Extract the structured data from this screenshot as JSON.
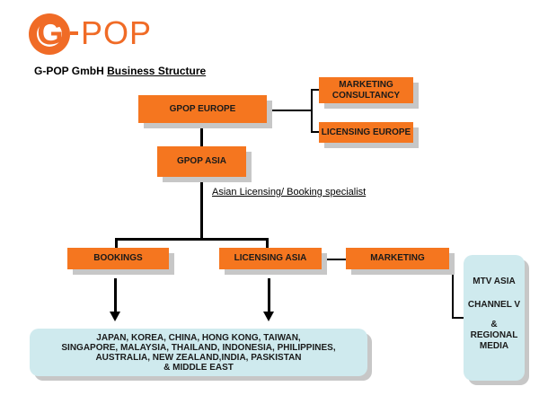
{
  "logo": {
    "letter": "G",
    "word": "POP"
  },
  "title": {
    "prefix": "G-POP GmbH ",
    "underlined": "Business Structure"
  },
  "nodes": {
    "gpop_europe": "GPOP EUROPE",
    "marketing_consultancy_line1": "MARKETING",
    "marketing_consultancy_line2": "CONSULTANCY",
    "licensing_europe": "LICENSING EUROPE",
    "gpop_asia": "GPOP ASIA",
    "bookings": "BOOKINGS",
    "licensing_asia": "LICENSING ASIA",
    "marketing": "MARKETING"
  },
  "annotation": "Asian Licensing/ Booking specialist",
  "territories": {
    "line1": "JAPAN, KOREA, CHINA, HONG KONG, TAIWAN,",
    "line2": "SINGAPORE, MALAYSIA, THAILAND, INDONESIA, PHILIPPINES,",
    "line3": "AUSTRALIA, NEW ZEALAND,INDIA, PASKISTAN",
    "line4": "& MIDDLE EAST"
  },
  "media": {
    "item1": "MTV ASIA",
    "item2": "CHANNEL V",
    "amp": "&",
    "item3_line1": "REGIONAL",
    "item3_line2": "MEDIA"
  },
  "colors": {
    "brand_orange": "#f06b26",
    "box_orange": "#f5761f",
    "teal_fill": "#cfeaee",
    "shadow": "#c7c7c7"
  }
}
